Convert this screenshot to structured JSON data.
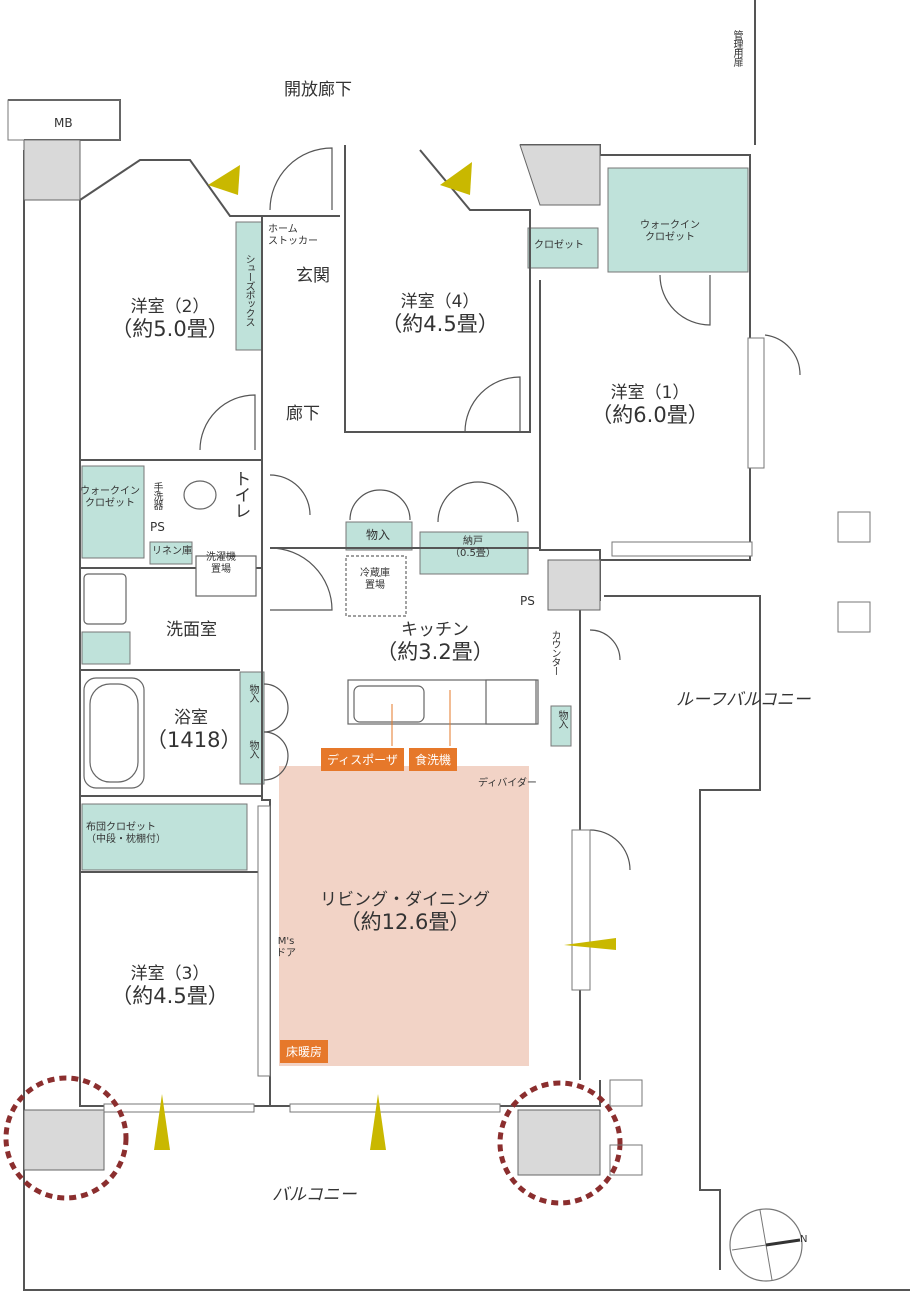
{
  "colors": {
    "wall": "#555555",
    "storage": "#bfe2da",
    "living": "#f2d3c6",
    "accent": "#e6782a",
    "mark": "#8b2e2e",
    "vent": "#c9b800"
  },
  "outside": {
    "corridor": "開放廊下",
    "mb": "MB",
    "admin_door": "管理用扉",
    "roof_balcony": "ルーフバルコニー",
    "balcony": "バルコニー",
    "north": "N"
  },
  "rooms": {
    "western2": {
      "name": "洋室（2）",
      "size": "（約5.0畳）"
    },
    "western4": {
      "name": "洋室（4）",
      "size": "（約4.5畳）"
    },
    "western1": {
      "name": "洋室（1）",
      "size": "（約6.0畳）"
    },
    "western3": {
      "name": "洋室（3）",
      "size": "（約4.5畳）"
    },
    "living": {
      "name": "リビング・ダイニング",
      "size": "（約12.6畳）"
    },
    "kitchen": {
      "name": "キッチン",
      "size": "（約3.2畳）"
    },
    "bath": {
      "name": "浴室",
      "size": "（1418）"
    },
    "washroom": {
      "name": "洗面室"
    },
    "entrance": {
      "name": "玄関"
    },
    "hallway": {
      "name": "廊下"
    },
    "toilet": {
      "name": "トイレ"
    }
  },
  "storage": {
    "home_stocker": "ホーム\nストッカー",
    "shoe_box": "シューズボックス",
    "closet": "クロゼット",
    "walkin_closet_1": "ウォークイン\nクロゼット",
    "walkin_closet_2": "ウォークイン\nクロゼット",
    "linen": "リネン庫",
    "futon": "布団クロゼット\n（中段・枕棚付）",
    "mono_1": "物入",
    "mono_kitchen": "物入",
    "mono_bath_1": "物入",
    "mono_bath_2": "物入",
    "mono_counter": "物入",
    "nando": "納戸\n（0.5畳）",
    "fridge": "冷蔵庫\n置場",
    "washer": "洗濯機\n置場",
    "toilet_shelf": "手洗器"
  },
  "misc": {
    "ps1": "PS",
    "ps2": "PS",
    "counter": "カウンター",
    "divider": "ディバイダー",
    "ms_door": "M's\nドア"
  },
  "tags": {
    "disposer": "ディスポーザ",
    "dishwasher": "食洗機",
    "floor_heating": "床暖房"
  }
}
